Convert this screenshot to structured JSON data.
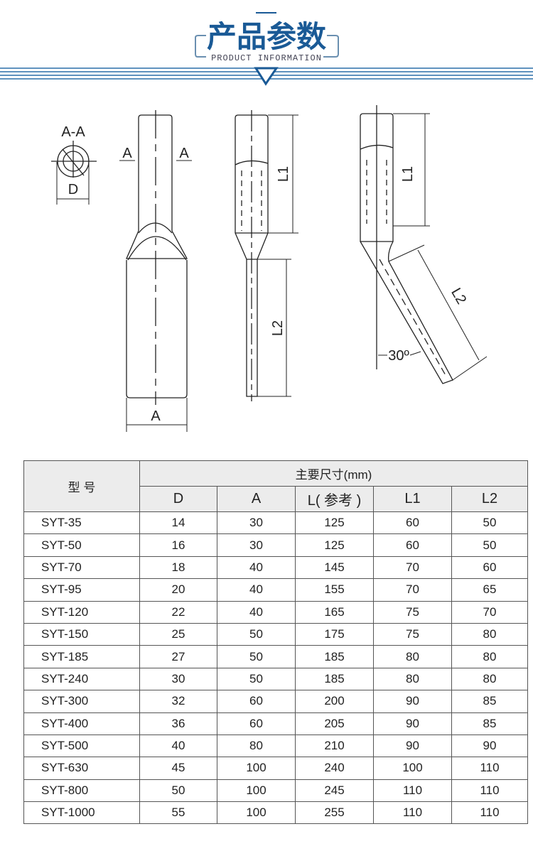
{
  "banner": {
    "title": "产品参数",
    "subtitle": "PRODUCT INFORMATION",
    "colors": {
      "brand": "#1a5a96",
      "line": "#2a6fa8"
    }
  },
  "drawing": {
    "section_label": "A-A",
    "cut_label_left": "A",
    "cut_label_right": "A",
    "dim_D": "D",
    "dim_A": "A",
    "side_L1": "L1",
    "side_L2": "L2",
    "bent_L1": "L1",
    "bent_L2": "L2",
    "angle": "30º"
  },
  "table": {
    "model_header": "型 号",
    "group_header": "主要尺寸(mm)",
    "columns": [
      "D",
      "A",
      "L( 参考 )",
      "L1",
      "L2"
    ],
    "rows": [
      [
        "SYT-35",
        "14",
        "30",
        "125",
        "60",
        "50"
      ],
      [
        "SYT-50",
        "16",
        "30",
        "125",
        "60",
        "50"
      ],
      [
        "SYT-70",
        "18",
        "40",
        "145",
        "70",
        "60"
      ],
      [
        "SYT-95",
        "20",
        "40",
        "155",
        "70",
        "65"
      ],
      [
        "SYT-120",
        "22",
        "40",
        "165",
        "75",
        "70"
      ],
      [
        "SYT-150",
        "25",
        "50",
        "175",
        "75",
        "80"
      ],
      [
        "SYT-185",
        "27",
        "50",
        "185",
        "80",
        "80"
      ],
      [
        "SYT-240",
        "30",
        "50",
        "185",
        "80",
        "80"
      ],
      [
        "SYT-300",
        "32",
        "60",
        "200",
        "90",
        "85"
      ],
      [
        "SYT-400",
        "36",
        "60",
        "205",
        "90",
        "85"
      ],
      [
        "SYT-500",
        "40",
        "80",
        "210",
        "90",
        "90"
      ],
      [
        "SYT-630",
        "45",
        "100",
        "240",
        "100",
        "110"
      ],
      [
        "SYT-800",
        "50",
        "100",
        "245",
        "110",
        "110"
      ],
      [
        "SYT-1000",
        "55",
        "100",
        "255",
        "110",
        "110"
      ]
    ]
  }
}
